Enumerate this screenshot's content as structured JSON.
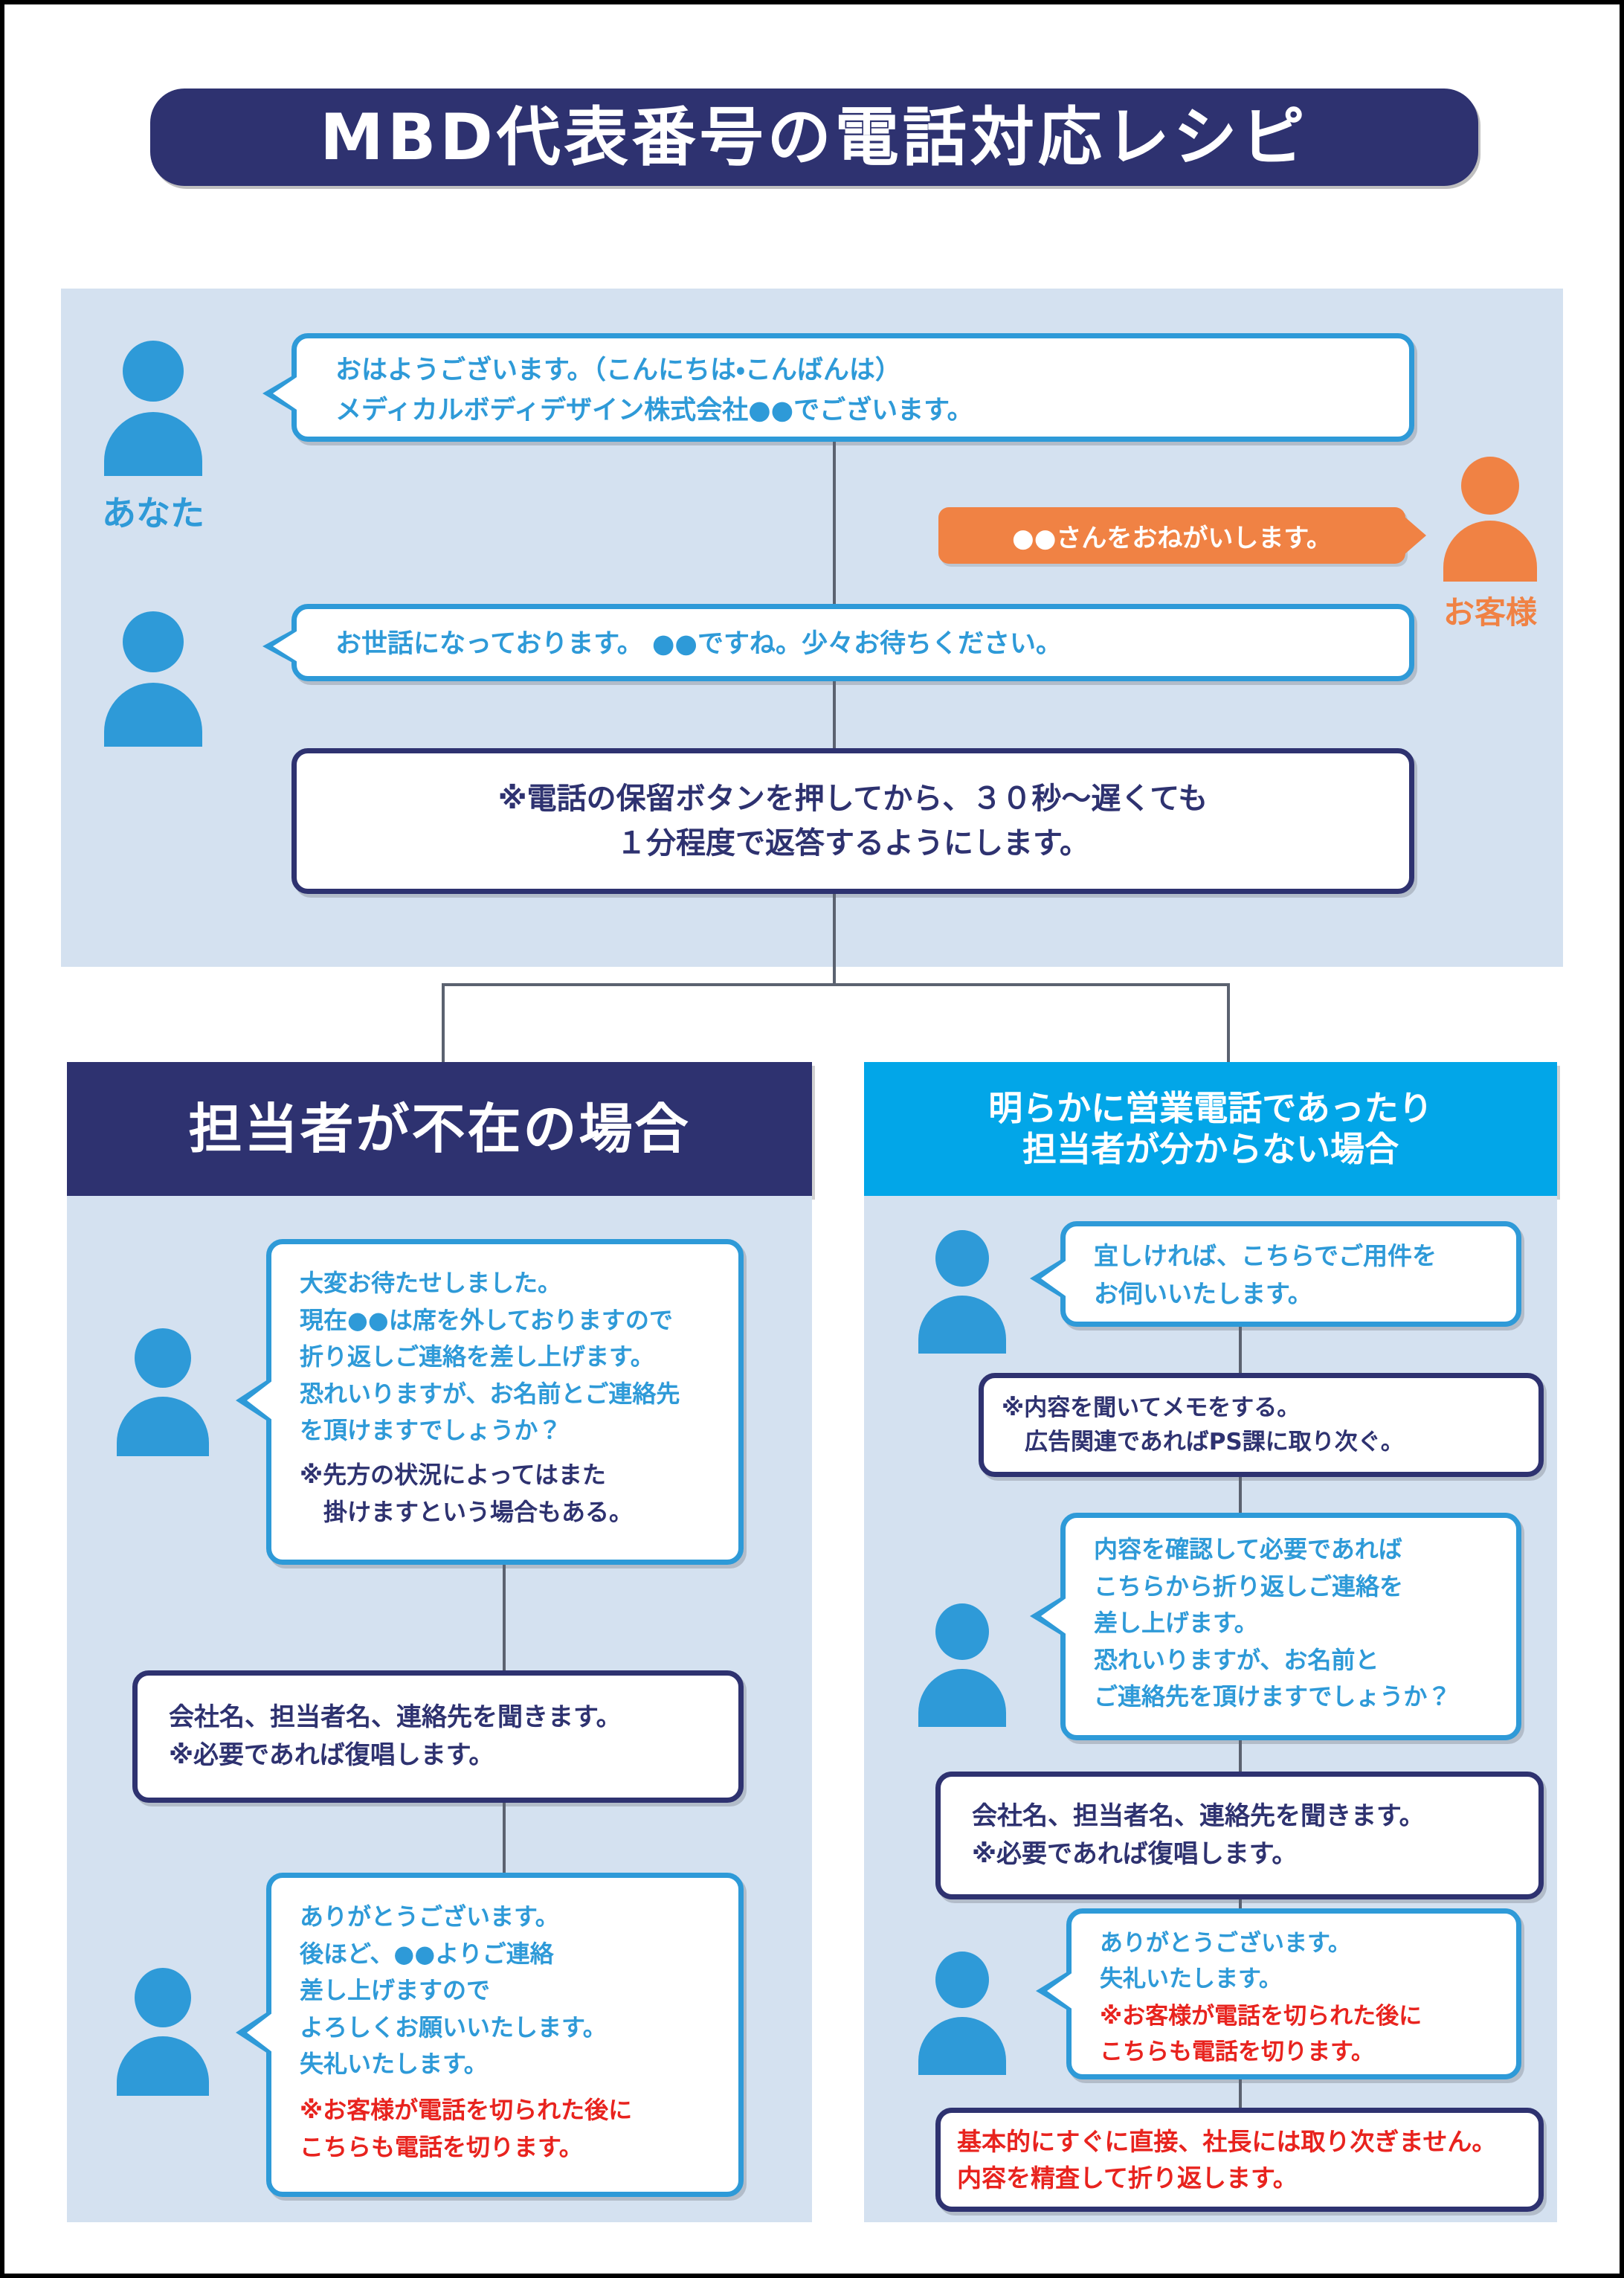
{
  "title": "MBD代表番号の電話対応レシピ",
  "actors": {
    "you": {
      "label": "あなた",
      "color": "#2E9AD8",
      "icon": "person-icon"
    },
    "customer": {
      "label": "お客様",
      "color": "#F08244",
      "icon": "person-icon"
    }
  },
  "colors": {
    "page_background": "#FFFFFF",
    "panel_background": "#D4E1F0",
    "navy": "#2E3270",
    "blue": "#2E9AD8",
    "cyan_header": "#02A6E8",
    "orange": "#F08244",
    "red": "#E8231E",
    "connector": "#5B6270"
  },
  "top_section": {
    "bubble1": "おはようございます。（こんにちは・こんばんは）\nメディカルボディデザイン株式会社●●でございます。",
    "customer_bubble": "●●さんをおねがいします。",
    "bubble2": "お世話になっております。 ●●ですね。少々お待ちください。",
    "note": "※電話の保留ボタンを押してから、３０秒～遅くても\n１分程度で返答するようにします。"
  },
  "left_column": {
    "header": "担当者が不在の場合",
    "header_bg": "#2E3270",
    "steps": [
      {
        "type": "bubble-with-person",
        "name": "absent-apology-bubble",
        "lines_blue": "大変お待たせしました。\n現在●●は席を外しておりますので\n折り返しご連絡を差し上げます。\n恐れいりますが、お名前とご連絡先\nを頂けますでしょうか？",
        "lines_navy": "※先方の状況によってはまた\n　掛けますという場合もある。"
      },
      {
        "type": "note",
        "name": "collect-info-note",
        "text": "会社名、担当者名、連絡先を聞きます。\n※必要であれば復唱します。"
      },
      {
        "type": "bubble-with-person",
        "name": "closing-bubble",
        "lines_blue": "ありがとうございます。\n後ほど、●●よりご連絡\n差し上げますので\nよろしくお願いいたします。\n失礼いたします。",
        "lines_red": "※お客様が電話を切られた後に\nこちらも電話を切ります。"
      }
    ]
  },
  "right_column": {
    "header": "明らかに営業電話であったり\n担当者が分からない場合",
    "header_bg": "#02A6E8",
    "steps": [
      {
        "type": "bubble-with-person",
        "name": "take-message-bubble",
        "lines_blue": "宜しければ、こちらでご用件を\nお伺いいたします。"
      },
      {
        "type": "note",
        "name": "memo-note",
        "text": "※内容を聞いてメモをする。\n　広告関連であればPS課に取り次ぐ。"
      },
      {
        "type": "bubble-with-person",
        "name": "callback-bubble",
        "lines_blue": "内容を確認して必要であれば\nこちらから折り返しご連絡を\n差し上げます。\n恐れいりますが、お名前と\nご連絡先を頂けますでしょうか？"
      },
      {
        "type": "note",
        "name": "collect-info-note-right",
        "text": "会社名、担当者名、連絡先を聞きます。\n※必要であれば復唱します。"
      },
      {
        "type": "bubble-with-person",
        "name": "closing-bubble-right",
        "lines_blue": "ありがとうございます。\n失礼いたします。",
        "lines_red": "※お客様が電話を切られた後に\nこちらも電話を切ります。"
      },
      {
        "type": "note-red",
        "name": "president-policy-note",
        "text": "基本的にすぐに直接、社長には取り次ぎません。\n内容を精査して折り返します。"
      }
    ]
  }
}
